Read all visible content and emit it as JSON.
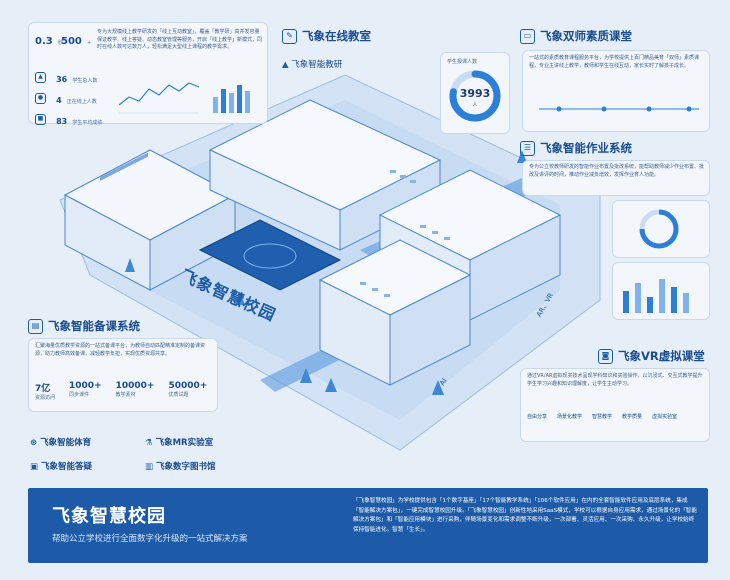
{
  "colors": {
    "primary": "#1d5ba8",
    "light": "#e6eef8",
    "accent": "#2b7fd8"
  },
  "top_left": {
    "stats": [
      {
        "value": "0.3",
        "label": "秒"
      },
      {
        "value": "500",
        "label": "+"
      }
    ],
    "desc": "专为大规模线上教学研发的「线上互动教室」，覆盖「教学研」高并发容量保证教学、线上答疑、动态教室管理等服务，开启「线上教学」新模式，同时在线人数可达数万人，轻松满足大型线上课程的教学需求。",
    "metrics": [
      {
        "value": "36",
        "label": "学生总人数"
      },
      {
        "value": "4",
        "label": "正在线上人数"
      },
      {
        "value": "83",
        "label": "学生平均成绩"
      }
    ]
  },
  "online_classroom": {
    "title": "飞象在线教室",
    "subtitle": "飞象智能教研"
  },
  "dual_teacher": {
    "title": "飞象双师素质课堂",
    "donut_label": "学生报课人数",
    "donut_value": "3993",
    "donut_unit": "人",
    "donut_fraction": 0.78,
    "desc": "一站式的素质教育课程服务平台，为学校提供上百门精品美育「双师」素质课程，专业主讲线上教学，教师和学生在线互动，家长实时了解孩子成长。"
  },
  "homework": {
    "title": "飞象智能作业系统",
    "desc": "专为公立校教师研发的智能作业布置及批改系统，能帮助教师减少作业布置、批改及讲评的时间，推动作业减负增效，发挥作业育人功能。"
  },
  "vr": {
    "title": "飞象VR虚拟课堂",
    "desc": "通过VR/AR虚拟现实技术呈现学科知识和实验操作，以沉浸式、交互式教学提升学生学习兴趣和知识理解度，让学生主动学习。",
    "features": [
      "自由分享",
      "场景化教学",
      "智慧教学",
      "教学质量",
      "虚拟实验室"
    ]
  },
  "prep": {
    "title": "飞象智能备课系统",
    "desc": "汇聚海量优质教学资源的一站式备课平台，为教师自动匹配精准定制的备课资源，助力教师高效备课，减轻教学负担，实现优质资源共享。",
    "stats": [
      {
        "value": "7亿",
        "label": "资源访问"
      },
      {
        "value": "1000+",
        "label": "同步课件"
      },
      {
        "value": "10000+",
        "label": "教学素材"
      },
      {
        "value": "50000+",
        "label": "优质试题"
      }
    ]
  },
  "links": [
    "飞象智能体育",
    "飞象智能答疑",
    "飞象MR实验室",
    "飞象数字图书馆"
  ],
  "campus_label": "飞象智慧校园",
  "ar_vr_label": "AR、VR",
  "ai_label": "AI",
  "bottom": {
    "title": "飞象智慧校园",
    "subtitle": "帮助公立学校进行全面数字化升级的一站式解决方案",
    "desc": "「飞象智慧校园」为学校提供包含「1个数字基座」「17个智能教学系统」「106个软件应用」在内的全套智能软件应用及底层系统，集成「智能解决方案包」，一键完成智慧校园升级。「飞象智慧校园」创新性地采用SaaS模式，学校可以根据自身应用需求，通过场景化的「智能解决方案包」和「智能应用模块」进行采购，伴随场景变化和需求调整不断升级，一次部署、灵活应用、一次采购、永久升级，让学校始终保持智能进化。智慧「生长」。"
  }
}
